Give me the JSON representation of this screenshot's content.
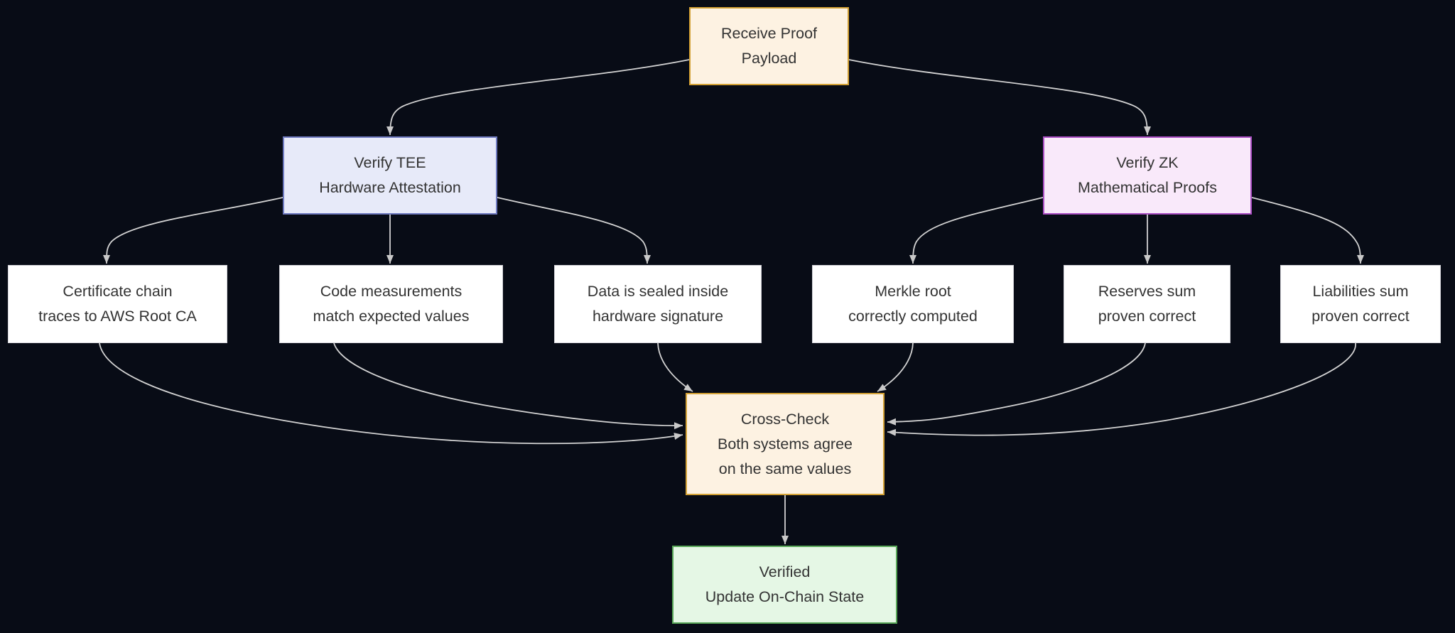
{
  "canvas": {
    "background": "#080c16",
    "edge_color": "#d3d3d3",
    "arrow_color": "#c9c9c9",
    "text_color": "#333333"
  },
  "nodes": {
    "receive": {
      "label": "Receive Proof\nPayload",
      "fill": "#fdf2e2",
      "border": "#d3a135"
    },
    "tee": {
      "label": "Verify TEE\nHardware Attestation",
      "fill": "#e7eaf9",
      "border": "#6f7ac0"
    },
    "zk": {
      "label": "Verify ZK\nMathematical Proofs",
      "fill": "#f9e9fa",
      "border": "#ab4ec4"
    },
    "cert": {
      "label": "Certificate chain\ntraces to AWS Root CA",
      "fill": "#ffffff",
      "border": "#d4d4da"
    },
    "code": {
      "label": "Code measurements\nmatch expected values",
      "fill": "#ffffff",
      "border": "#d4d4da"
    },
    "sealed": {
      "label": "Data is sealed inside\nhardware signature",
      "fill": "#ffffff",
      "border": "#d4d4da"
    },
    "merkle": {
      "label": "Merkle root\ncorrectly computed",
      "fill": "#ffffff",
      "border": "#d4d4da"
    },
    "reserves": {
      "label": "Reserves sum\nproven correct",
      "fill": "#ffffff",
      "border": "#d4d4da"
    },
    "liabilities": {
      "label": "Liabilities sum\nproven correct",
      "fill": "#ffffff",
      "border": "#d4d4da"
    },
    "crosscheck": {
      "label": "Cross-Check\nBoth systems agree\non the same values",
      "fill": "#fdf2e2",
      "border": "#d3a135"
    },
    "verified": {
      "label": "Verified\nUpdate On-Chain State",
      "fill": "#e5f7e5",
      "border": "#58a758"
    }
  },
  "edges": [
    {
      "from": "receive",
      "to": "tee"
    },
    {
      "from": "receive",
      "to": "zk"
    },
    {
      "from": "tee",
      "to": "cert"
    },
    {
      "from": "tee",
      "to": "code"
    },
    {
      "from": "tee",
      "to": "sealed"
    },
    {
      "from": "zk",
      "to": "merkle"
    },
    {
      "from": "zk",
      "to": "reserves"
    },
    {
      "from": "zk",
      "to": "liabilities"
    },
    {
      "from": "cert",
      "to": "crosscheck"
    },
    {
      "from": "code",
      "to": "crosscheck"
    },
    {
      "from": "sealed",
      "to": "crosscheck"
    },
    {
      "from": "merkle",
      "to": "crosscheck"
    },
    {
      "from": "reserves",
      "to": "crosscheck"
    },
    {
      "from": "liabilities",
      "to": "crosscheck"
    },
    {
      "from": "crosscheck",
      "to": "verified"
    }
  ]
}
